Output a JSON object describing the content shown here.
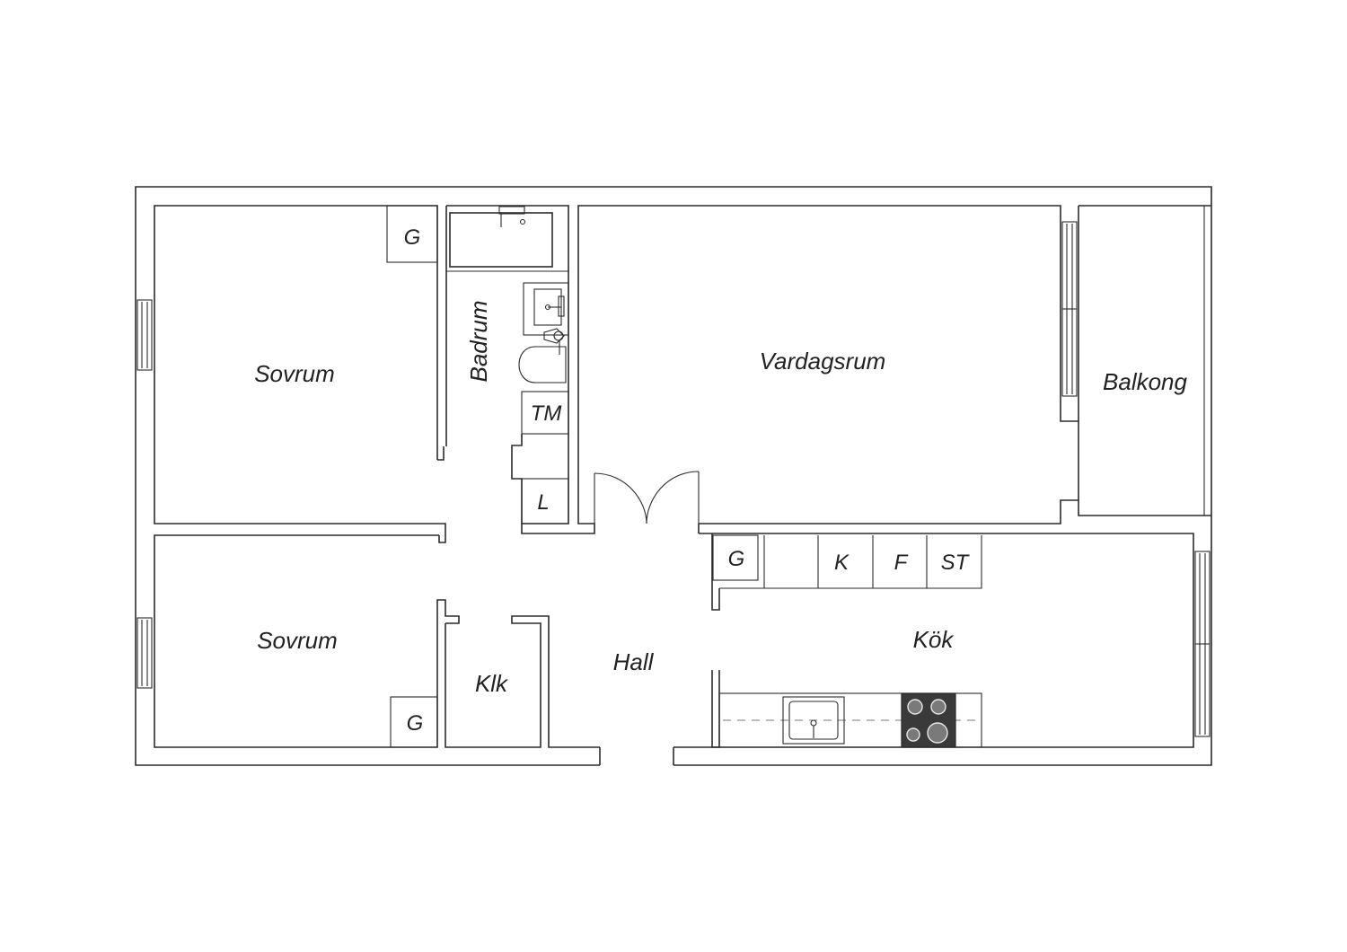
{
  "plan": {
    "rooms": {
      "bedroom_top": "Sovrum",
      "bedroom_bottom": "Sovrum",
      "bathroom": "Badrum",
      "living_room": "Vardagsrum",
      "balcony": "Balkong",
      "hall": "Hall",
      "closet": "Klk",
      "kitchen": "Kök"
    },
    "fixtures": {
      "wardrobe_bedroom_top": "G",
      "wardrobe_bedroom_bottom": "G",
      "wardrobe_kitchen": "G",
      "washing_machine": "TM",
      "linen_cabinet": "L",
      "fridge": "K",
      "freezer": "F",
      "pantry": "ST"
    }
  }
}
